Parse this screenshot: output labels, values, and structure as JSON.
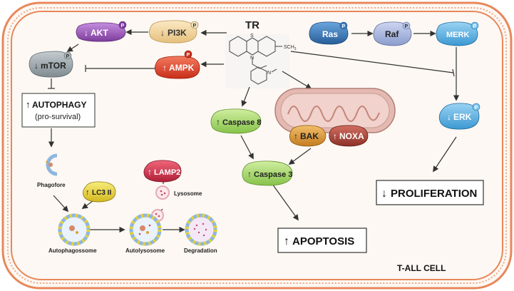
{
  "drug": {
    "name": "TR",
    "substituent": "SCH",
    "substituent_sub": "3",
    "ring_s": "S",
    "ring_n": "N",
    "amine_n": "N"
  },
  "cell_label": "T-ALL CELL",
  "phospho_mark": "P",
  "nodes": {
    "akt": "AKT",
    "pi3k": "PI3K",
    "mtor": "mTOR",
    "ampk": "AMPK",
    "ras": "Ras",
    "raf": "Raf",
    "merk": "MERK",
    "erk": "ERK",
    "caspase8": "Caspase 8",
    "caspase3": "Caspase 3",
    "bak": "BAK",
    "noxa": "NOXA",
    "lamp2": "LAMP2",
    "lc3": "LC3 II"
  },
  "labels": {
    "autophagy": "AUTOPHAGY",
    "autophagy_sub": "(pro-survival)",
    "phagofore": "Phagofore",
    "lysosome": "Lysosome",
    "autophagosome": "Autophagossome",
    "autolysosome": "Autolysosome",
    "degradation": "Degradation",
    "apoptosis": "APOPTOSIS",
    "proliferation": "PROLIFERATION"
  },
  "arrows": {
    "up": "↑",
    "down": "↓"
  },
  "colors": {
    "membrane": "#e8875a",
    "cell_fill": "#fdf8f3",
    "akt": "#9b59b6",
    "pi3k": "#f3d7a0",
    "mtor": "#9aa5ab",
    "ampk": "#e8452c",
    "ras": "#3d7fc1",
    "raf": "#a8b8e0",
    "merk": "#5bb3e6",
    "erk": "#5bb3e6",
    "caspase8": "#a8d86a",
    "caspase3": "#a8d86a",
    "bak": "#e09a3a",
    "noxa": "#b0473a",
    "lamp2": "#d6334a",
    "lc3": "#e8d23a",
    "mito": "#d9a8a0"
  }
}
